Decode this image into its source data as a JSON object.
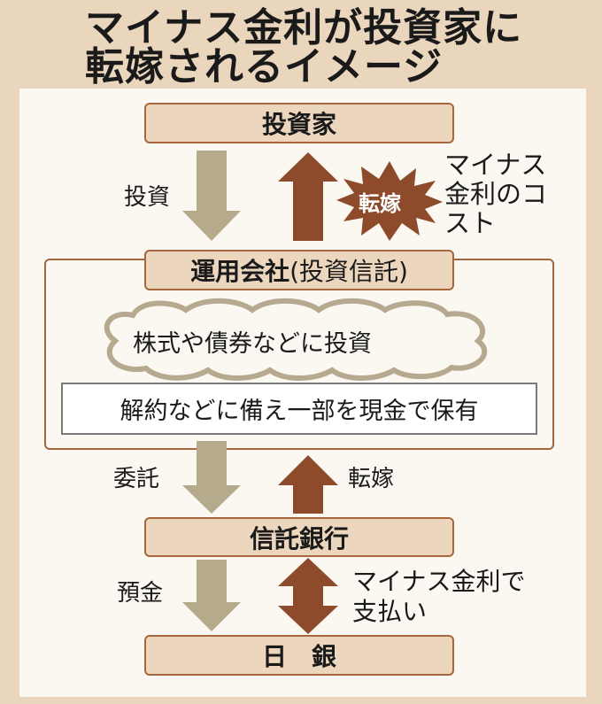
{
  "title": {
    "line1": "マイナス金利が投資家に",
    "line2": "転嫁されるイメージ"
  },
  "nodes": {
    "investor": "投資家",
    "asset_manager": "運用会社",
    "asset_manager_sub": "(投資信託)",
    "trust_bank": "信託銀行",
    "boj": "日　銀"
  },
  "inner": {
    "cloud": "株式や債券などに投資",
    "cash": "解約などに備え一部を現金で保有"
  },
  "arrows": {
    "invest": "投資",
    "burst": "転嫁",
    "cost_line1": "マイナス",
    "cost_line2": "金利のコ",
    "cost_line3": "スト",
    "entrust": "委託",
    "pass_on": "転嫁",
    "deposit": "預金",
    "pay_line1": "マイナス金利で",
    "pay_line2": "支払い"
  },
  "colors": {
    "money_arrow": "#b6aa8c",
    "cost_arrow": "#8e4b2b",
    "box": "#ecd6bd",
    "border": "#a8663e"
  }
}
